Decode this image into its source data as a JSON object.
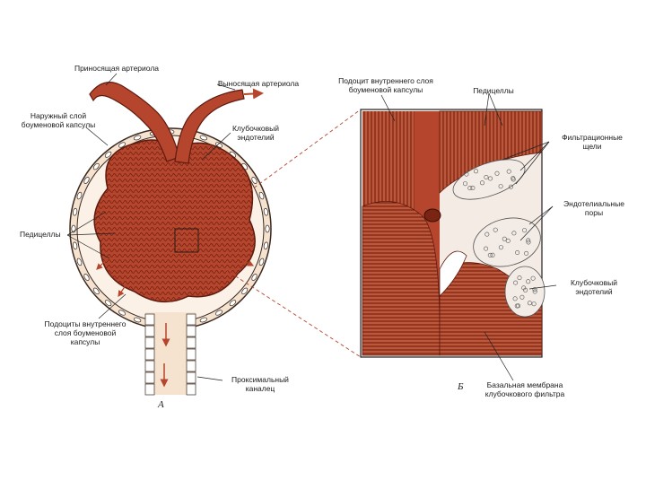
{
  "labels": {
    "afferent_arteriole": "Приносящая артериола",
    "efferent_arteriole": "Выносящая артериола",
    "outer_layer": "Наружный слой\nбоуменовой капсулы",
    "glomerular_endothelium_a": "Клубочковый\nэндотелий",
    "pedicels_a": "Педицеллы",
    "podocytes_inner": "Подоциты внутреннего\nслоя боуменовой\nкапсулы",
    "proximal_tubule": "Проксимальный\nканалец",
    "podocyte_inner_b": "Подоцит внутреннего слоя\nбоуменовой капсулы",
    "pedicels_b": "Педицеллы",
    "filtration_slits": "Фильтрационные\nщели",
    "endothelial_pores": "Эндотелиальные\nпоры",
    "glomerular_endothelium_b": "Клубочковый\nэндотелий",
    "basal_membrane": "Базальная мембрана\nклубочкового фильтра"
  },
  "panels": {
    "a": "А",
    "b": "Б"
  },
  "colors": {
    "vessel": "#b5452c",
    "vessel_dark": "#6e1f12",
    "capsule_fill": "#f5e3cf",
    "capsule_wall": "#3a2a22",
    "cell_fill": "#f3ece6",
    "highlight": "#e8836a"
  }
}
